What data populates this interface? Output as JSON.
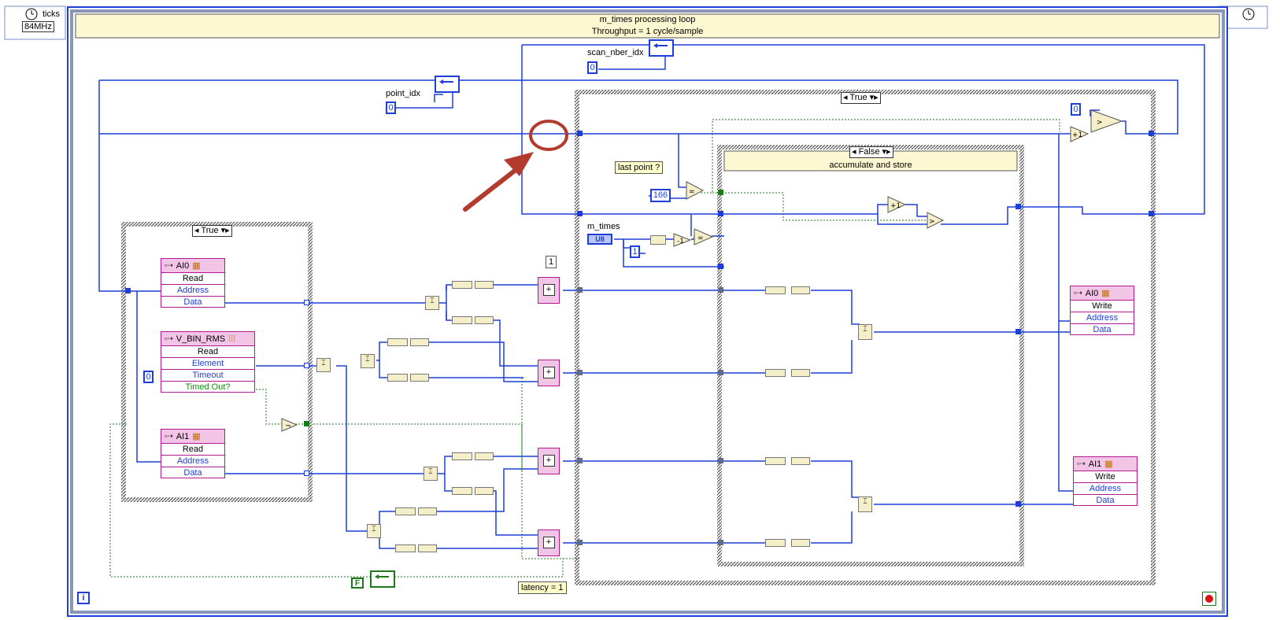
{
  "timed_loop": {
    "title": "m_times processing loop",
    "subtitle": "Throughput = 1 cycle/sample",
    "source_label": "ticks",
    "source_clock": "84MHz",
    "iteration_terminal": "i"
  },
  "labels": {
    "point_idx": "point_idx",
    "scan_nber_idx": "scan_nber_idx",
    "m_times": "m_times",
    "last_point": "last point ?",
    "latency": "latency = 1",
    "one_top": "1"
  },
  "constants": {
    "point_idx_init": "0",
    "scan_init": "0",
    "timeout": "0",
    "n166": "166",
    "one": "1",
    "zero_top": "0",
    "u8": "U8",
    "false_const": "F"
  },
  "case_inner_left": {
    "selector": "True"
  },
  "case_main": {
    "selector": "True"
  },
  "case_acc": {
    "selector": "False",
    "subdiagram_label": "accumulate and store"
  },
  "nodes": {
    "ai0_read": {
      "name": "AI0",
      "rows": [
        "Read",
        "Address",
        "Data"
      ]
    },
    "vbin": {
      "name": "V_BIN_RMS",
      "rows": [
        "Read",
        "Element",
        "Timeout",
        "Timed Out?"
      ]
    },
    "ai1_read": {
      "name": "AI1",
      "rows": [
        "Read",
        "Address",
        "Data"
      ]
    },
    "ai0_write": {
      "name": "AI0",
      "rows": [
        "Write",
        "Address",
        "Data"
      ]
    },
    "ai1_write": {
      "name": "AI1",
      "rows": [
        "Write",
        "Address",
        "Data"
      ]
    }
  },
  "colors": {
    "wire_blue": "#1d3ed8",
    "wire_green": "#1a7a1a",
    "loop_border": "#5a6fb0",
    "note_bg": "#ffffcc",
    "arrow": "#b23b2e"
  }
}
